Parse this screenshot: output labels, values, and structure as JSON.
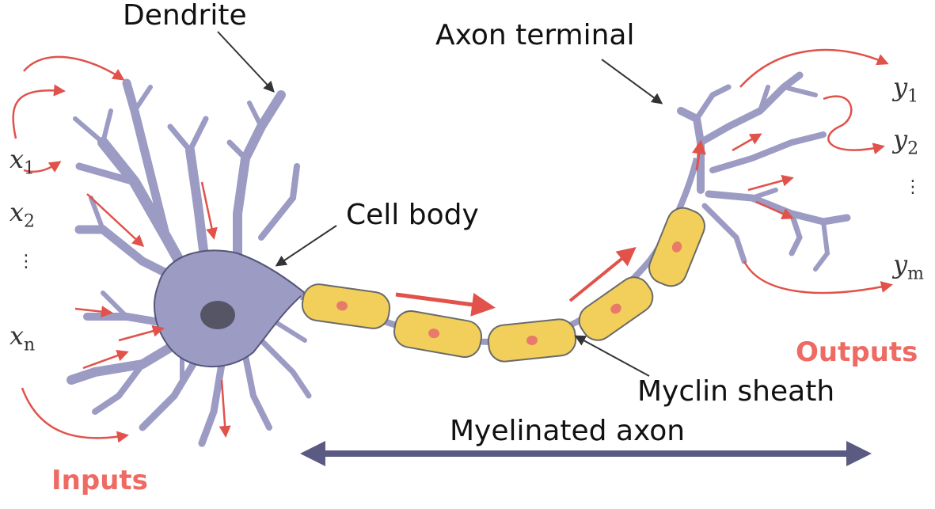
{
  "labels": {
    "dendrite": "Dendrite",
    "axon_terminal": "Axon terminal",
    "cell_body": "Cell body",
    "myelin_sheath": "Myclin sheath",
    "myelinated_axon": "Myelinated axon",
    "inputs": "Inputs",
    "outputs": "Outputs"
  },
  "inputs": [
    {
      "var": "x",
      "sub": "1"
    },
    {
      "var": "x",
      "sub": "2"
    },
    {
      "var": "x",
      "sub": "n"
    }
  ],
  "outputs": [
    {
      "var": "y",
      "sub": "1"
    },
    {
      "var": "y",
      "sub": "2"
    },
    {
      "var": "y",
      "sub": "m"
    }
  ],
  "ellipsis": "⋮",
  "colors": {
    "neuron": "#9b9bc4",
    "neuron_outline": "#55557a",
    "nucleus": "#555566",
    "sheath": "#f2cf5a",
    "sheath_outline": "#6a6a6a",
    "signal": "#e0524a",
    "io_label": "#ee6a62",
    "axis_arrow": "#5a5a82"
  }
}
